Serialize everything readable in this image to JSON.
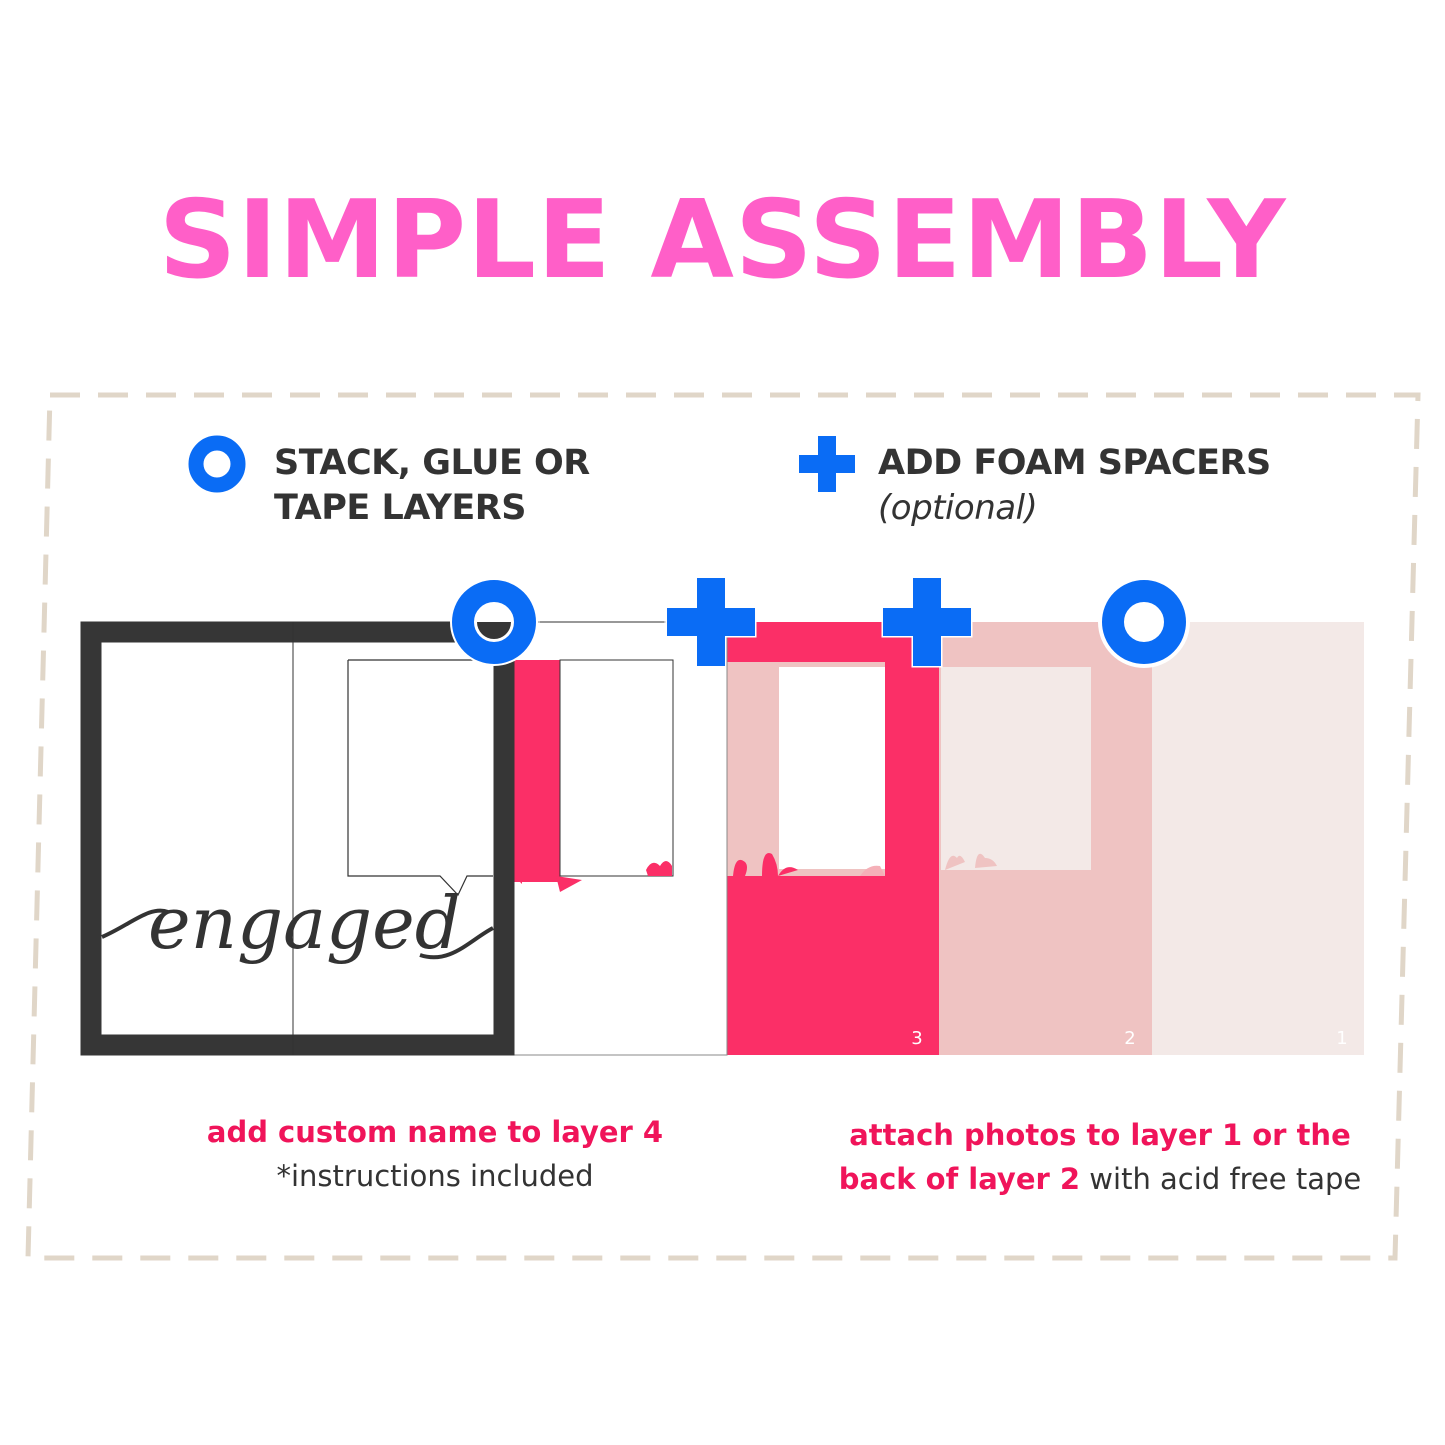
{
  "title": "SIMPLE ASSEMBLY",
  "legend": {
    "stack": {
      "icon": "ring-icon",
      "line1": "STACK, GLUE OR",
      "line2": "TAPE LAYERS"
    },
    "foam": {
      "icon": "plus-icon",
      "line1": "ADD FOAM SPACERS",
      "line2": "(optional)"
    }
  },
  "layers": {
    "script_text": "engaged",
    "numbers": [
      "3",
      "2",
      "1"
    ]
  },
  "captions": {
    "left": {
      "highlight": "add custom name to layer 4",
      "note": "*instructions included"
    },
    "right": {
      "highlight1": "attach photos to layer 1 or the",
      "highlight2": "back of layer 2",
      "rest": " with acid free tape"
    }
  },
  "colors": {
    "title": "#ff5fc8",
    "icon_blue": "#0a6cf5",
    "hot_pink": "#fb2f67",
    "light_pink": "#efc3c2",
    "pale_pink": "#f3e9e7",
    "frame_dark": "#363636",
    "dash_border": "#e0d6c8"
  }
}
